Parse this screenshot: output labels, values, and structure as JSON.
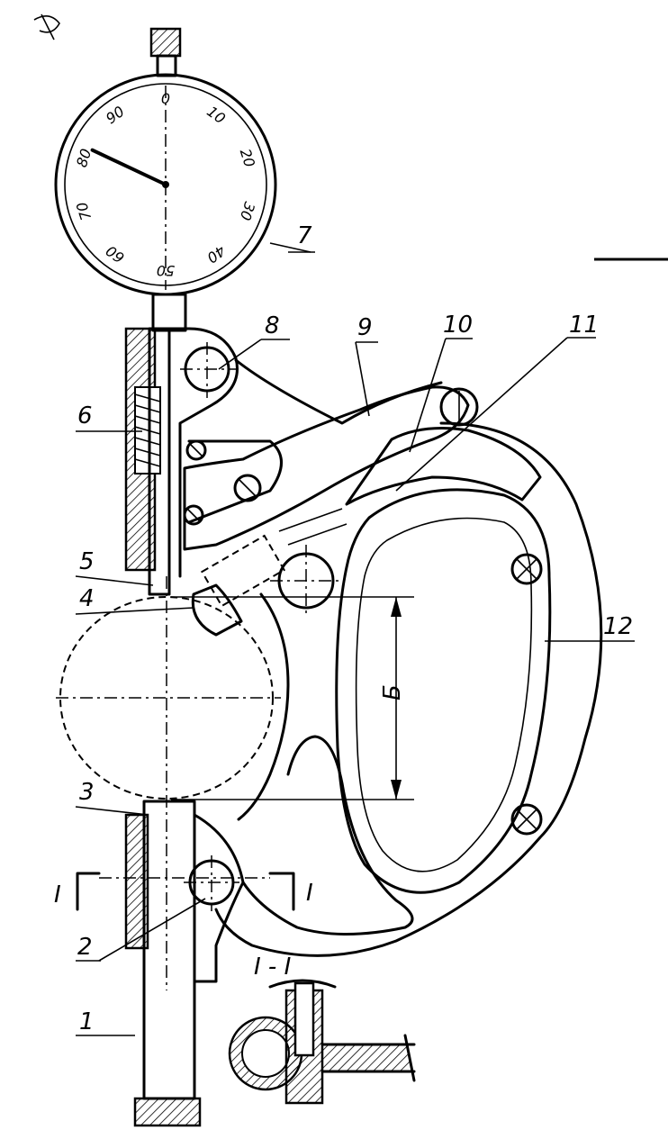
{
  "dial": {
    "numbers": [
      "0",
      "10",
      "20",
      "30",
      "40",
      "50",
      "60",
      "70",
      "80",
      "90"
    ],
    "pointer_reading": 82
  },
  "labels": {
    "part_1": "1",
    "part_2": "2",
    "part_3": "3",
    "part_4": "4",
    "part_5": "5",
    "part_6": "6",
    "part_7": "7",
    "part_8": "8",
    "part_9": "9",
    "part_10": "10",
    "part_11": "11",
    "part_12": "12",
    "dimension_b": "Б",
    "section_mark": "I",
    "section_title": "I - I"
  }
}
